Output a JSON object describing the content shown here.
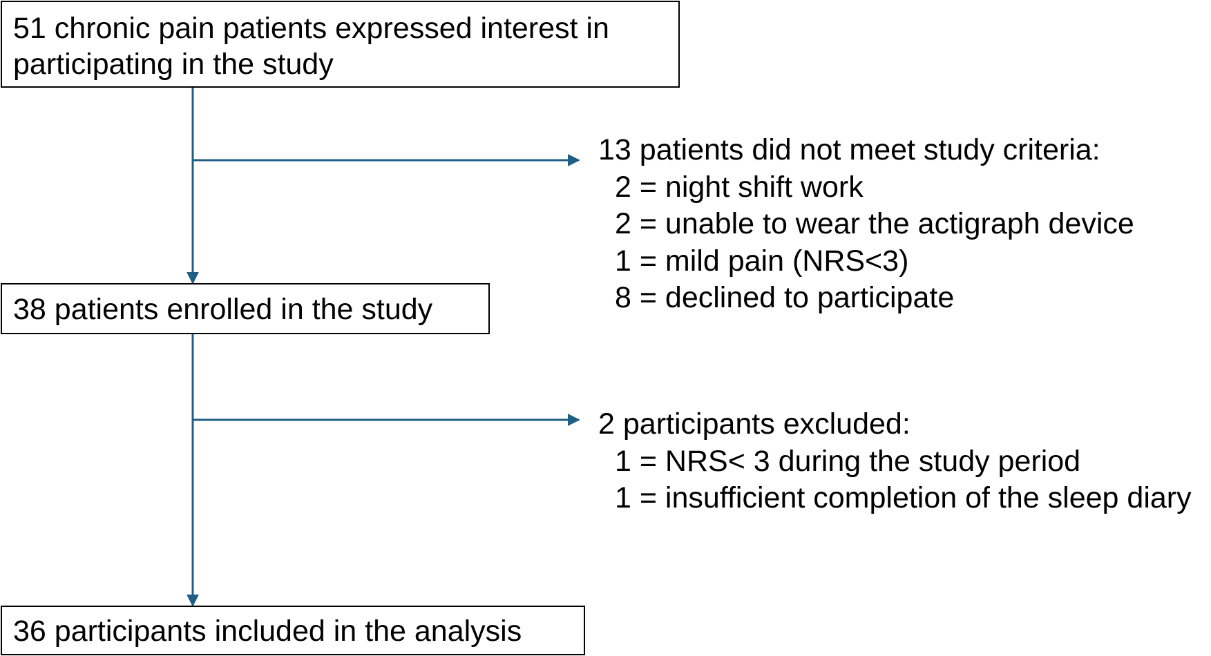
{
  "boxes": {
    "screened": {
      "line1": "51 chronic pain patients expressed interest in",
      "line2": "participating in the study"
    },
    "enrolled": {
      "text": "38 patients enrolled in the study"
    },
    "analyzed": {
      "text": "36 participants included in the analysis"
    }
  },
  "exclusions": {
    "criteria": {
      "heading": "13 patients did not meet study criteria:",
      "items": [
        "2 = night shift work",
        "2 = unable to wear the actigraph device",
        "1 = mild pain (NRS<3)",
        "8 = declined to participate"
      ]
    },
    "participants": {
      "heading": "2 participants excluded:",
      "items": [
        "1 = NRS< 3 during the study period",
        "1 = insufficient completion of the sleep diary"
      ]
    }
  },
  "colors": {
    "arrow": "#1f5f86",
    "box_border": "#000000"
  }
}
